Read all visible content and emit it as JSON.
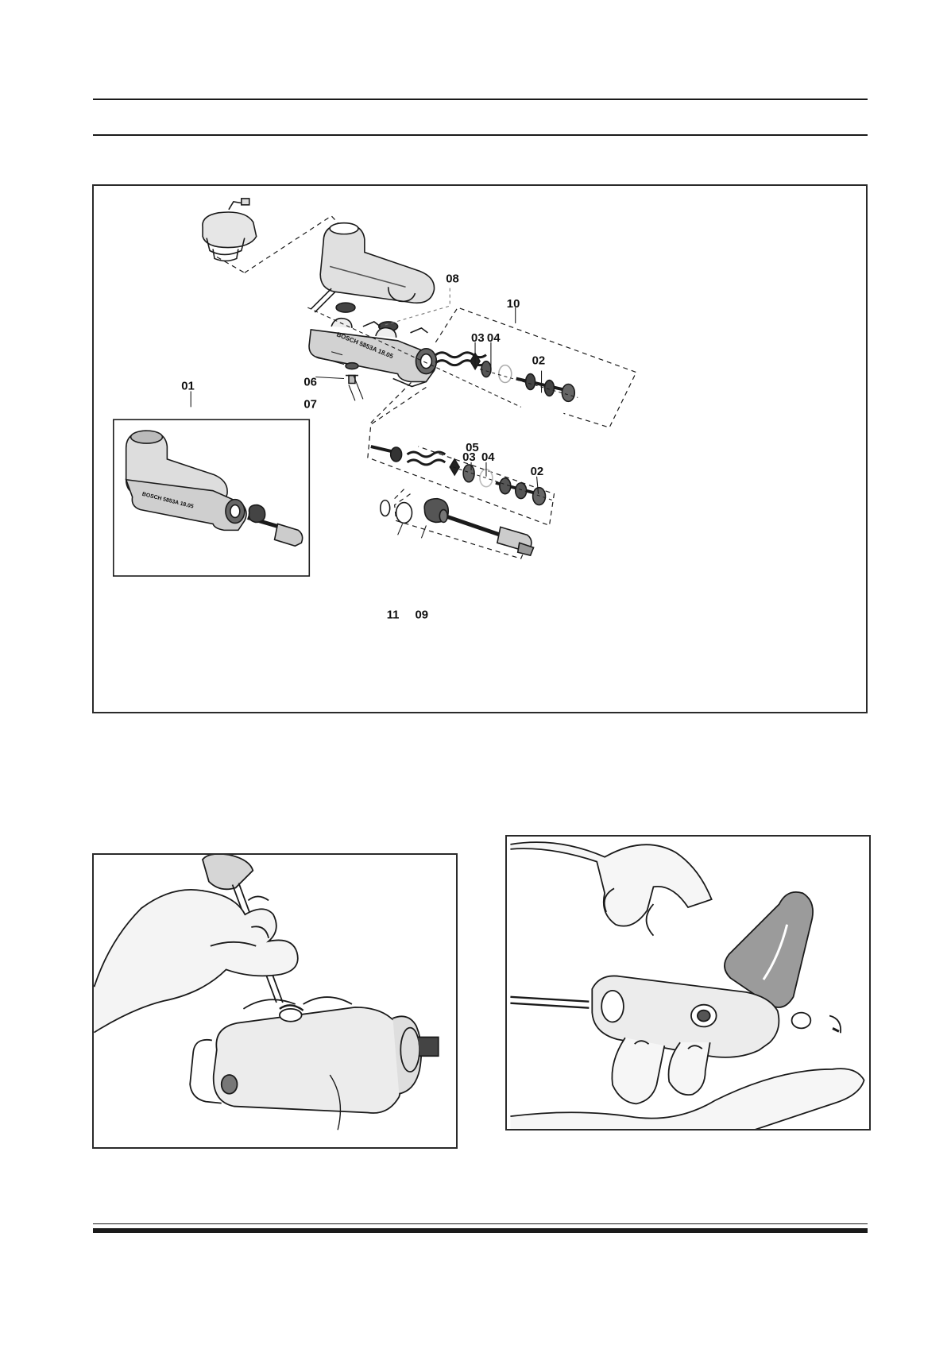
{
  "header": {},
  "exploded_view": {
    "callouts": {
      "c01": "01",
      "c02a": "02",
      "c02b": "02",
      "c03a": "03",
      "c03b": "03",
      "c04a": "04",
      "c04b": "04",
      "c05": "05",
      "c06": "06",
      "c07": "07",
      "c08": "08",
      "c09": "09",
      "c10": "10",
      "c11": "11"
    },
    "body_marking_main": "BOSCH 5853A 18.05",
    "body_marking_inset": "BOSCH 5853A 18.05"
  },
  "photos": {
    "left": {},
    "right": {}
  },
  "footer": {},
  "colors": {
    "line": "#1a1a1a",
    "shade": "#9a9a9a",
    "dark": "#3a3a3a"
  }
}
